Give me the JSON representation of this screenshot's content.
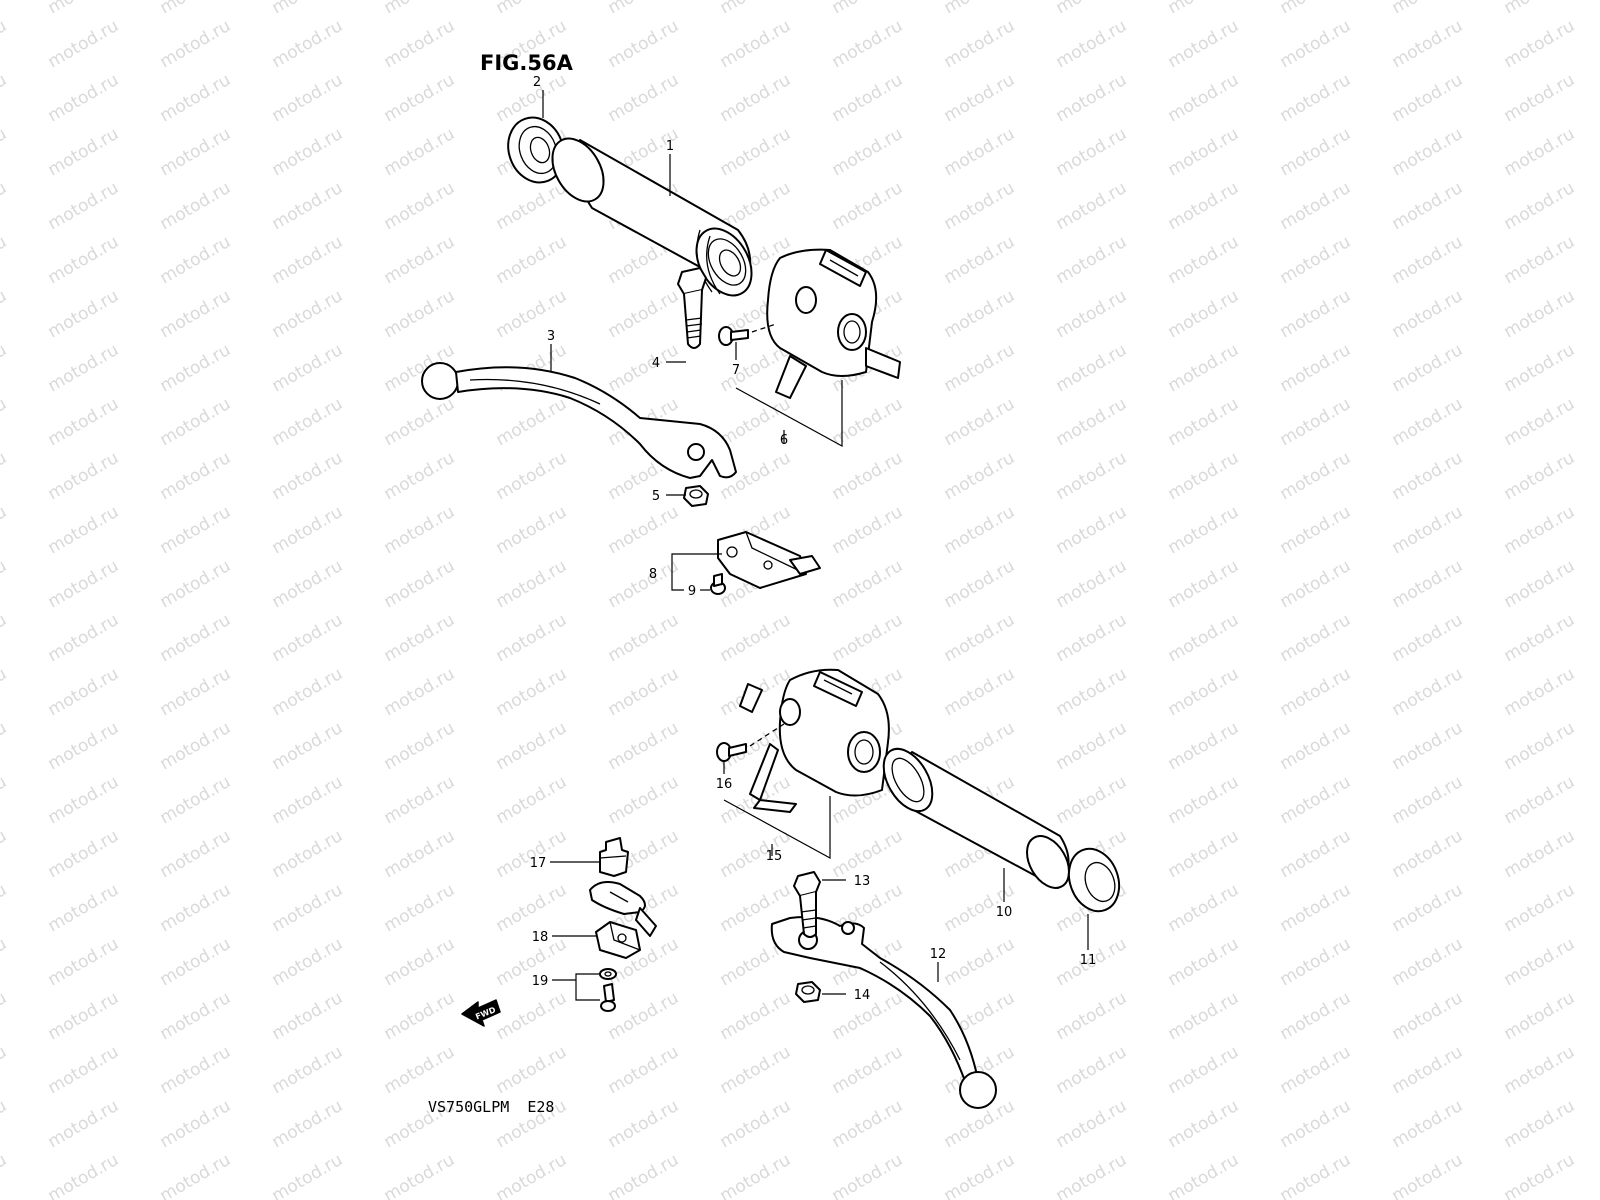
{
  "watermark": {
    "text": "motod.ru",
    "color": "#d9d9d9"
  },
  "figure": {
    "title": "FIG.56A",
    "model_code": "VS750GLPM  E28"
  },
  "fwd_badge": "FWD",
  "callouts": [
    {
      "id": "1",
      "text": "1"
    },
    {
      "id": "2",
      "text": "2"
    },
    {
      "id": "3",
      "text": "3"
    },
    {
      "id": "4",
      "text": "4"
    },
    {
      "id": "5",
      "text": "5"
    },
    {
      "id": "6",
      "text": "6"
    },
    {
      "id": "7",
      "text": "7"
    },
    {
      "id": "8",
      "text": "8"
    },
    {
      "id": "9",
      "text": "9"
    },
    {
      "id": "10",
      "text": "10"
    },
    {
      "id": "11",
      "text": "11"
    },
    {
      "id": "12",
      "text": "12"
    },
    {
      "id": "13",
      "text": "13"
    },
    {
      "id": "14",
      "text": "14"
    },
    {
      "id": "15",
      "text": "15"
    },
    {
      "id": "16",
      "text": "16"
    },
    {
      "id": "17",
      "text": "17"
    },
    {
      "id": "18",
      "text": "18"
    },
    {
      "id": "19",
      "text": "19"
    }
  ]
}
